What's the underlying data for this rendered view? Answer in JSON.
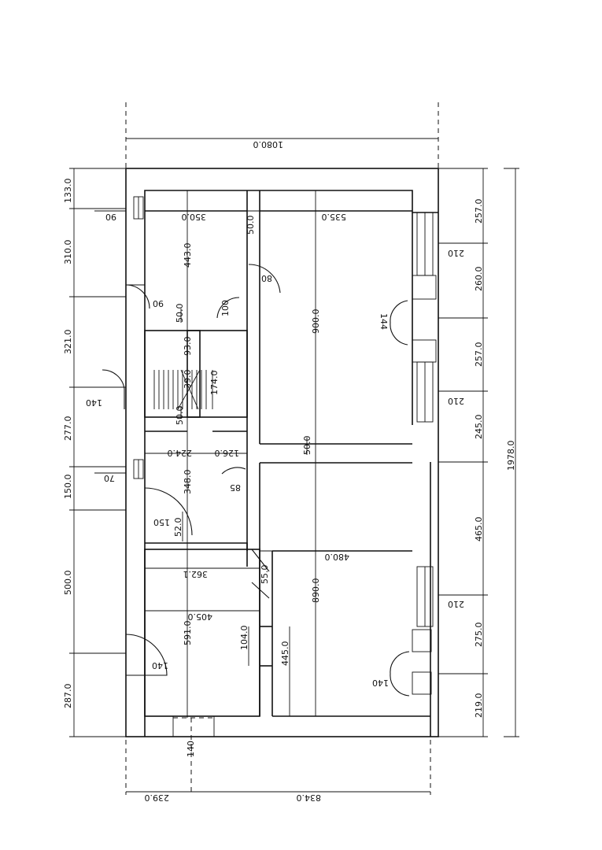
{
  "dimensions": {
    "top_total": "1080.0",
    "bottom_left": "239.0",
    "bottom_right": "834.0",
    "bottom_opening": "140",
    "left": [
      "133.0",
      "310.0",
      "321.0",
      "277.0",
      "150.0",
      "500.0",
      "287.0"
    ],
    "right": [
      "257.0",
      "260.0",
      "257.0",
      "245.0",
      "465.0",
      "275.0",
      "219.0"
    ],
    "total_height": "1978.0",
    "interior": {
      "room_top_left_width": "350.0",
      "room_top_right_width": "535.0",
      "room_top_left_depth": "443.0",
      "room_top_right_depth": "900.0",
      "partition_50_a": "50.0",
      "partition_50_b": "50.0",
      "partition_50_c": "50.0",
      "partition_50_d": "50.0",
      "stair_93": "93.0",
      "stair_39": "39.0",
      "stair_174": "174.0",
      "hall_224": "224.0",
      "hall_126": "126.0",
      "hall_348": "348.0",
      "hall_52": "52.0",
      "bath_362": "362.1",
      "bath_405": "405.0",
      "bath_591": "591.0",
      "bath_104": "104.0",
      "closet_55": "55.0",
      "closet_445": "445.0",
      "room_bottom_right_width": "480.0",
      "room_bottom_right_depth": "890.0"
    },
    "openings": {
      "win_left_1": "90",
      "door_left_1": "90",
      "door_stair_140": "140",
      "win_left_2": "70",
      "door_hall_150": "150",
      "door_bath_140": "140",
      "door_80": "80",
      "door_100": "100",
      "door_85": "85",
      "win_right_1": "210",
      "door_right_144": "144",
      "win_right_2": "210",
      "win_right_3": "210",
      "door_right_140": "140"
    }
  }
}
